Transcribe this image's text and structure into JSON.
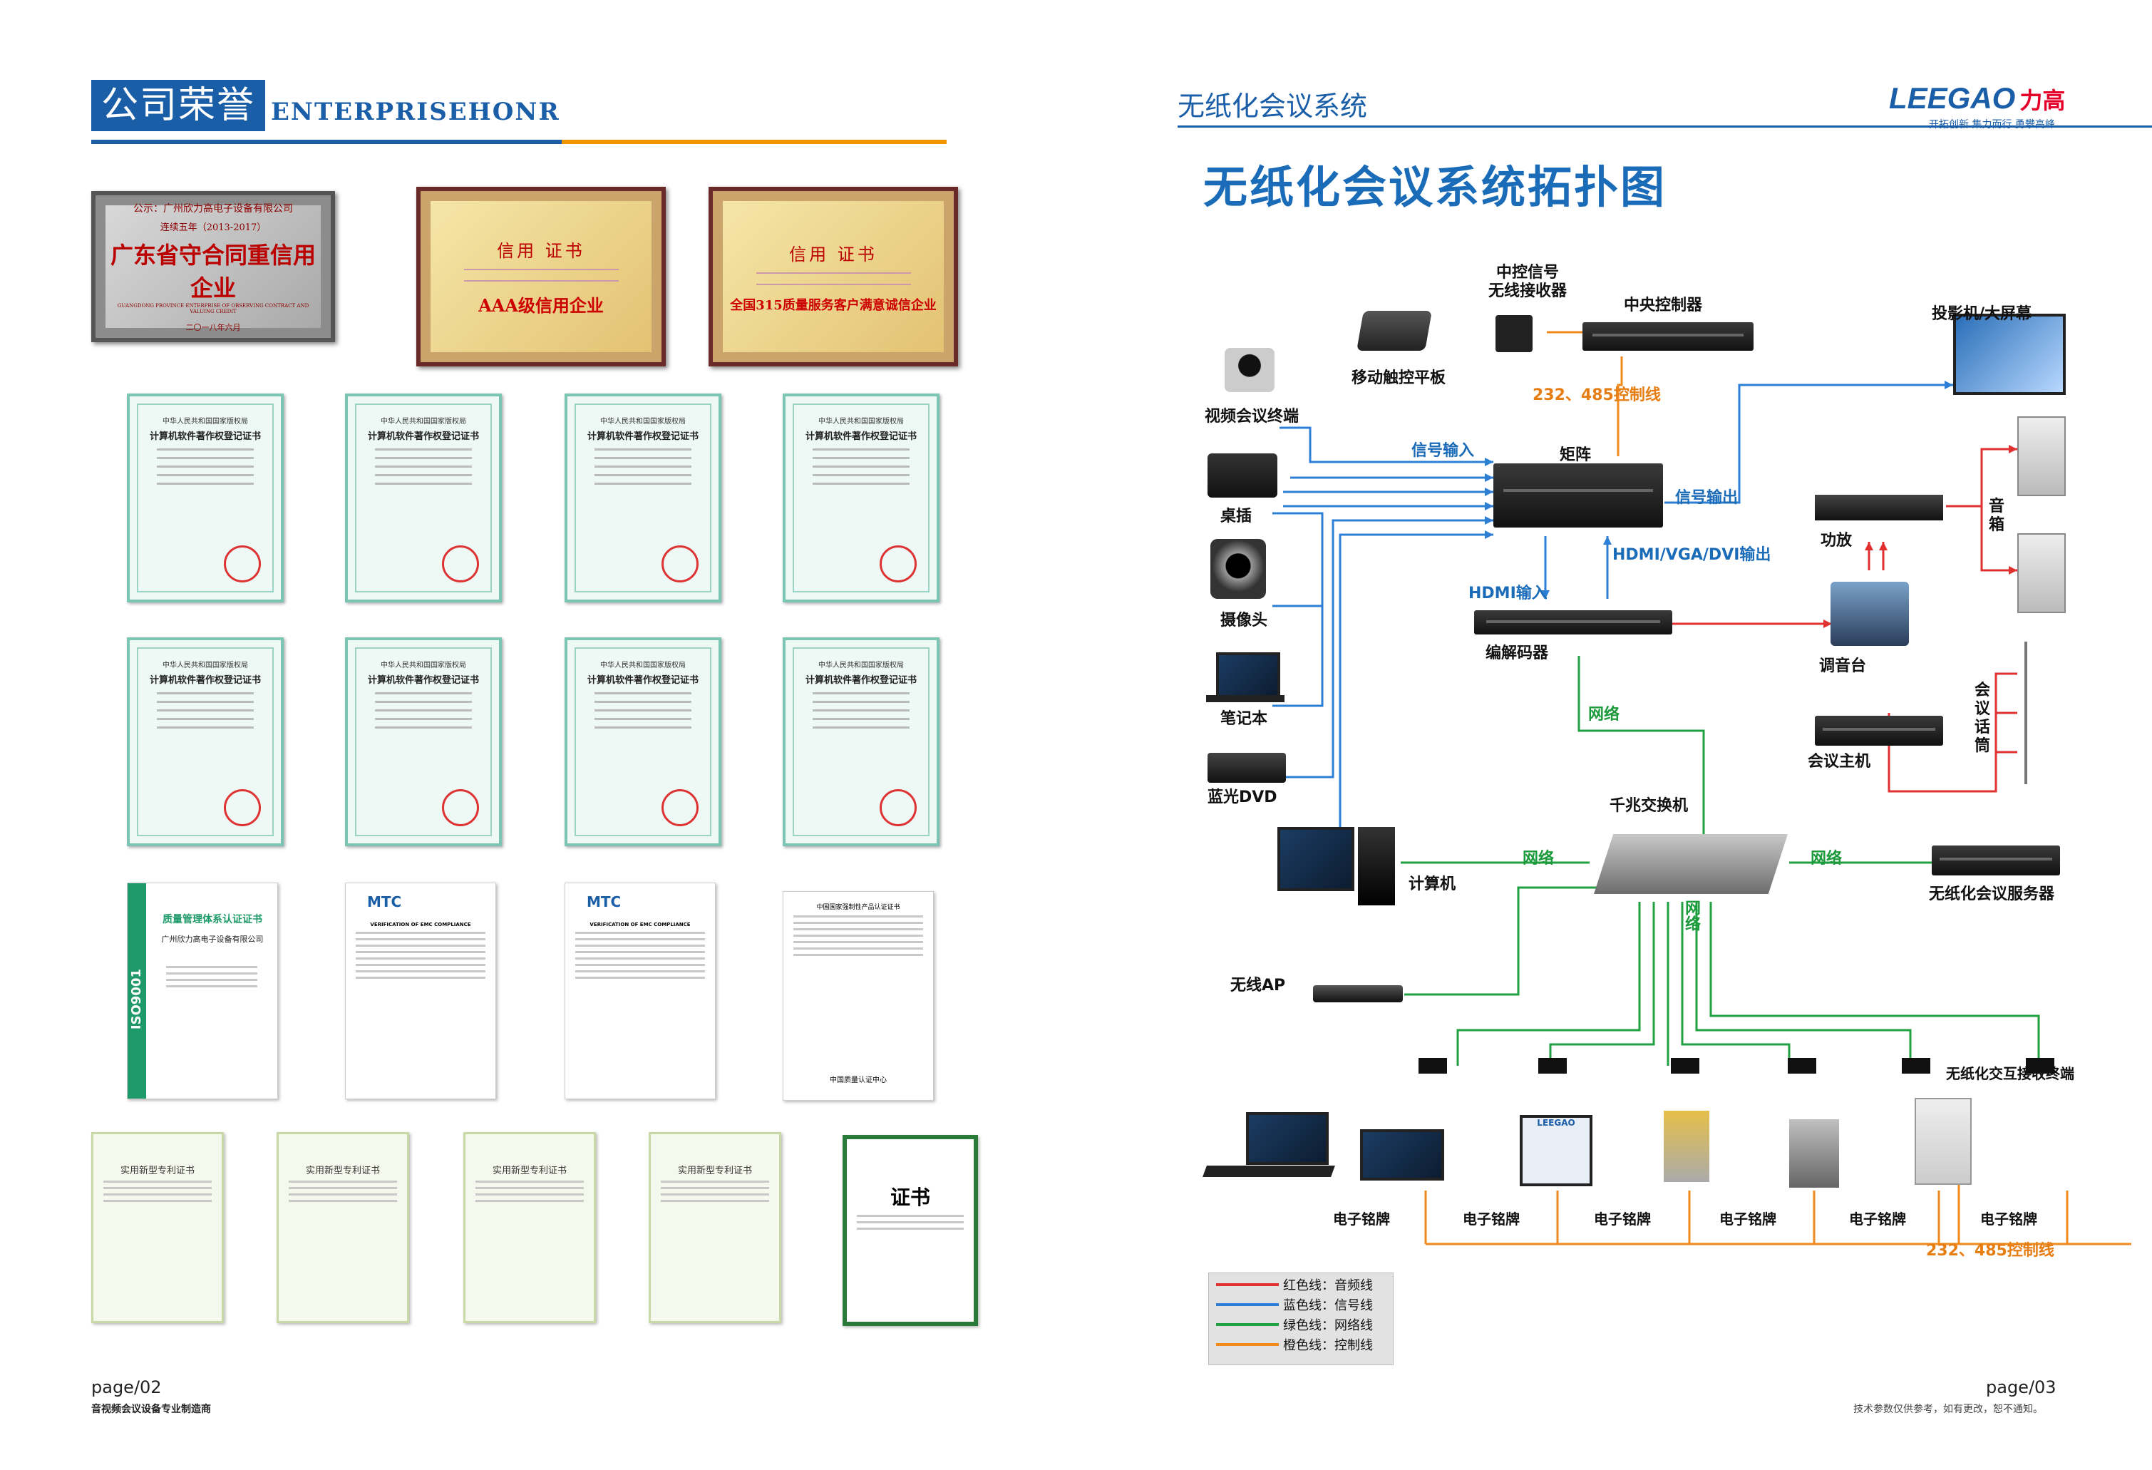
{
  "left_page": {
    "banner_cn": "公司荣誉",
    "banner_en": "ENTERPRISEHONR",
    "plaques": [
      {
        "line1": "公示：广州欣力高电子设备有限公司",
        "line2": "连续五年（2013-2017）",
        "title": "广东省守合同重信用企业",
        "line3": "GUANGDONG PROVINCE ENTERPRISE OF OBSERVING CONTRACT AND VALUING CREDIT",
        "footer": "二〇一八年六月"
      },
      {
        "title": "信用 证书",
        "highlight": "AAA级信用企业"
      },
      {
        "title": "信用 证书",
        "highlight": "全国315质量服务客户满意诚信企业"
      }
    ],
    "software_cert": {
      "line1": "中华人民共和国国家版权局",
      "line2": "计算机软件著作权登记证书"
    },
    "iso_cert": {
      "title": "质量管理体系认证证书",
      "company": "广州欣力高电子设备有限公司",
      "side": "ISO9001"
    },
    "mtc_label": "MTC",
    "mtc_heading": "VERIFICATION OF EMC COMPLIANCE",
    "ccc_title": "中国国家强制性产品认证证书",
    "ccc_footer": "中国质量认证中心",
    "patent_title": "实用新型专利证书",
    "safety_cert_title": "证书",
    "page_num": "page/02",
    "footer": "音视频会议设备专业制造商"
  },
  "right_page": {
    "section_title": "无纸化会议系统",
    "logo_text": "LEEGAO",
    "logo_cn": "力高",
    "logo_slogan": "开拓创新  集力而行  勇攀高峰",
    "topology_title": "无纸化会议系统拓扑图",
    "labels": {
      "ctrl_receiver": "中控信号\n无线接收器",
      "central_ctrl": "中央控制器",
      "projector": "投影机/大屏幕",
      "touch_panel": "移动触控平板",
      "video_conf": "视频会议终端",
      "ctrl_line": "232、485控制线",
      "signal_in": "信号输入",
      "matrix": "矩阵",
      "desk_plug": "桌插",
      "signal_out": "信号输出",
      "amplifier": "功放",
      "speaker": "音\n箱",
      "camera": "摄像头",
      "hdmi_in": "HDMI输入",
      "hdmi_out": "HDMI/VGA/DVI输出",
      "codec": "编解码器",
      "mixer": "调音台",
      "laptop": "笔记本",
      "network": "网络",
      "mic": "会\n议\n话\n筒",
      "conf_host": "会议主机",
      "bluray": "蓝光DVD",
      "gig_switch": "千兆交换机",
      "computer": "计算机",
      "paperless_server": "无纸化会议服务器",
      "wireless_ap": "无线AP",
      "paperless_terminal": "无纸化交互接收终端",
      "e_nameplate": "电子铭牌",
      "ctrl_line_bottom": "232、485控制线",
      "leegao_screen": "LEEGAO"
    },
    "legend": [
      {
        "label": "红色线：音频线",
        "color": "#e03030"
      },
      {
        "label": "蓝色线：信号线",
        "color": "#2d7fd6"
      },
      {
        "label": "绿色线：网络线",
        "color": "#20a040"
      },
      {
        "label": "橙色线：控制线",
        "color": "#f08a1c"
      }
    ],
    "page_num": "page/03",
    "footer": "技术参数仅供参考，如有更改，恕不通知。"
  }
}
